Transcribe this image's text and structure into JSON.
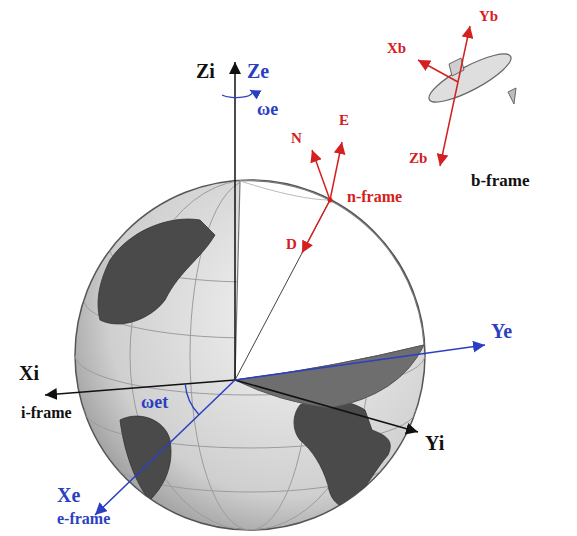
{
  "diagram": {
    "labels": [
      "Zi",
      "Ze",
      "ωe",
      "N",
      "E",
      "n-frame",
      "D",
      "Yb",
      "Xb",
      "Zb",
      "b-frame",
      "Xi",
      "i-frame",
      "ωet",
      "Ye",
      "Yi",
      "Xe",
      "e-frame"
    ]
  }
}
